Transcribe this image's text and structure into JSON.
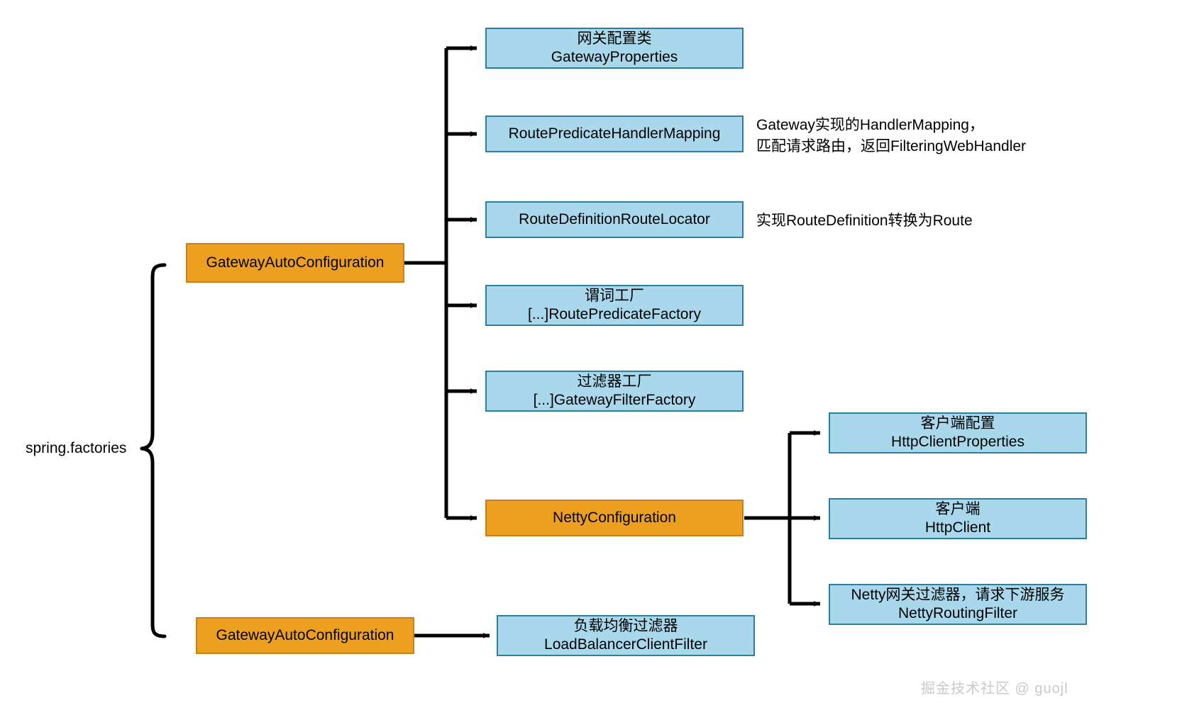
{
  "diagram": {
    "root_label": "spring.factories",
    "watermark": "掘金技术社区 @ guojl",
    "colors": {
      "config_fill": "#eda020",
      "config_stroke": "#c8801a",
      "component_fill": "#a9d8ec",
      "component_stroke": "#2e7f9e",
      "connector": "#000000",
      "text": "#000000",
      "watermark": "#c9c9c9"
    },
    "nodes": {
      "gateway_auto_configuration": {
        "line1": "GatewayAutoConfiguration",
        "line2": ""
      },
      "gateway_properties": {
        "line1": "网关配置类",
        "line2": "GatewayProperties"
      },
      "route_predicate_handler_mapping": {
        "line1": "RoutePredicateHandlerMapping",
        "line2": ""
      },
      "route_definition_route_locator": {
        "line1": "RouteDefinitionRouteLocator",
        "line2": ""
      },
      "route_predicate_factory": {
        "line1": "谓词工厂",
        "line2": "[...]RoutePredicateFactory"
      },
      "gateway_filter_factory": {
        "line1": "过滤器工厂",
        "line2": "[...]GatewayFilterFactory"
      },
      "netty_configuration": {
        "line1": "NettyConfiguration",
        "line2": ""
      },
      "http_client_properties": {
        "line1": "客户端配置",
        "line2": "HttpClientProperties"
      },
      "http_client": {
        "line1": "客户端",
        "line2": "HttpClient"
      },
      "netty_routing_filter": {
        "line1": "Netty网关过滤器，请求下游服务",
        "line2": "NettyRoutingFilter"
      },
      "gateway_auto_configuration_2": {
        "line1": "GatewayAutoConfiguration",
        "line2": ""
      },
      "load_balancer_client_filter": {
        "line1": "负载均衡过滤器",
        "line2": "LoadBalancerClientFilter"
      }
    },
    "notes": {
      "handler_mapping_note": "Gateway实现的HandlerMapping，\n匹配请求路由，返回FilteringWebHandler",
      "route_locator_note": "实现RouteDefinition转换为Route"
    }
  }
}
